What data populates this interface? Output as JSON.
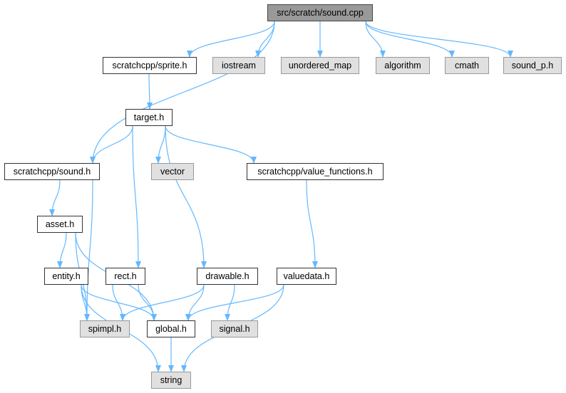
{
  "diagram": {
    "edge_color": "#63b8ff",
    "nodes": [
      {
        "id": "sound_cpp",
        "label": "src/scratch/sound.cpp",
        "kind": "root"
      },
      {
        "id": "sprite_h",
        "label": "scratchcpp/sprite.h",
        "kind": "local"
      },
      {
        "id": "iostream",
        "label": "iostream",
        "kind": "external"
      },
      {
        "id": "unordered_map",
        "label": "unordered_map",
        "kind": "external"
      },
      {
        "id": "algorithm",
        "label": "algorithm",
        "kind": "external"
      },
      {
        "id": "cmath",
        "label": "cmath",
        "kind": "external"
      },
      {
        "id": "sound_p_h",
        "label": "sound_p.h",
        "kind": "external"
      },
      {
        "id": "target_h",
        "label": "target.h",
        "kind": "local"
      },
      {
        "id": "sound_h",
        "label": "scratchcpp/sound.h",
        "kind": "local"
      },
      {
        "id": "vector",
        "label": "vector",
        "kind": "external"
      },
      {
        "id": "value_functions_h",
        "label": "scratchcpp/value_functions.h",
        "kind": "local"
      },
      {
        "id": "asset_h",
        "label": "asset.h",
        "kind": "local"
      },
      {
        "id": "entity_h",
        "label": "entity.h",
        "kind": "local"
      },
      {
        "id": "rect_h",
        "label": "rect.h",
        "kind": "local"
      },
      {
        "id": "drawable_h",
        "label": "drawable.h",
        "kind": "local"
      },
      {
        "id": "valuedata_h",
        "label": "valuedata.h",
        "kind": "local"
      },
      {
        "id": "spimpl_h",
        "label": "spimpl.h",
        "kind": "external"
      },
      {
        "id": "global_h",
        "label": "global.h",
        "kind": "local"
      },
      {
        "id": "signal_h",
        "label": "signal.h",
        "kind": "external"
      },
      {
        "id": "string",
        "label": "string",
        "kind": "external"
      }
    ],
    "edges": [
      [
        "sound_cpp",
        "sprite_h"
      ],
      [
        "sound_cpp",
        "iostream"
      ],
      [
        "sound_cpp",
        "unordered_map"
      ],
      [
        "sound_cpp",
        "algorithm"
      ],
      [
        "sound_cpp",
        "cmath"
      ],
      [
        "sound_cpp",
        "sound_p_h"
      ],
      [
        "sound_cpp",
        "sound_h"
      ],
      [
        "sprite_h",
        "target_h"
      ],
      [
        "target_h",
        "sound_h"
      ],
      [
        "target_h",
        "vector"
      ],
      [
        "target_h",
        "value_functions_h"
      ],
      [
        "target_h",
        "rect_h"
      ],
      [
        "target_h",
        "drawable_h"
      ],
      [
        "sound_h",
        "asset_h"
      ],
      [
        "sound_h",
        "spimpl_h"
      ],
      [
        "value_functions_h",
        "valuedata_h"
      ],
      [
        "asset_h",
        "entity_h"
      ],
      [
        "asset_h",
        "spimpl_h"
      ],
      [
        "asset_h",
        "global_h"
      ],
      [
        "entity_h",
        "spimpl_h"
      ],
      [
        "entity_h",
        "global_h"
      ],
      [
        "entity_h",
        "string"
      ],
      [
        "rect_h",
        "spimpl_h"
      ],
      [
        "rect_h",
        "global_h"
      ],
      [
        "drawable_h",
        "spimpl_h"
      ],
      [
        "drawable_h",
        "global_h"
      ],
      [
        "drawable_h",
        "signal_h"
      ],
      [
        "valuedata_h",
        "global_h"
      ],
      [
        "valuedata_h",
        "string"
      ],
      [
        "global_h",
        "string"
      ]
    ]
  }
}
